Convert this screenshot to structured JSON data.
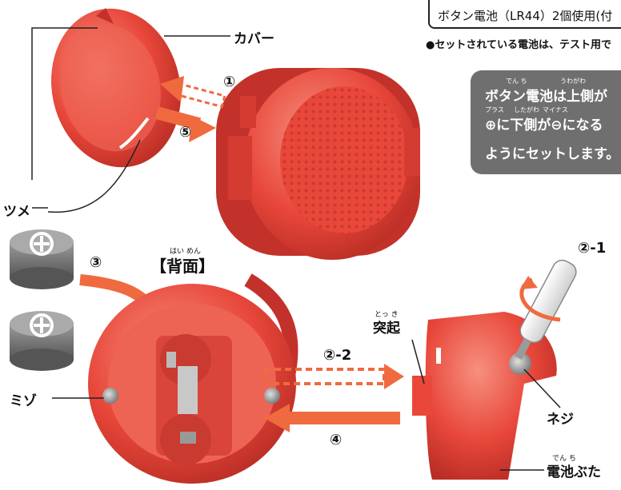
{
  "colors": {
    "part_red": "#e8473a",
    "part_red_light": "#f07a6a",
    "part_red_dark": "#c2322a",
    "arrow_orange": "#f06a40",
    "gray_box": "#6f6f6f",
    "screw_gray": "#9a9a9a",
    "battery_gray": "#7a7a7a"
  },
  "top_box": {
    "text": "ボタン電池（LR44）2個使用(付"
  },
  "note": {
    "text": "●セットされている電池は、テスト用で"
  },
  "instruction": {
    "line1": "ボタン電池は上側が",
    "line2": "⊕に下側が⊖になる",
    "line3": "ようにセットします。",
    "ruby_denchi": "でん ち",
    "ruby_uwagawa": "うわがわ",
    "ruby_plus": "プラス",
    "ruby_shitagawa": "したがわ",
    "ruby_minus": "マイナス"
  },
  "labels": {
    "cover": "カバー",
    "tsume": "ツメ",
    "mizo": "ミゾ",
    "back": "【背面】",
    "back_ruby": "はい めん",
    "protrusion": "突起",
    "protrusion_ruby": "とっ き",
    "screw": "ネジ",
    "battery_lid": "電池ぶた",
    "battery_lid_ruby": "でん ち"
  },
  "steps": {
    "s1": "①",
    "s5": "⑤",
    "s3": "③",
    "s2_1": "②-1",
    "s2_2": "②-2",
    "s4": "④"
  }
}
